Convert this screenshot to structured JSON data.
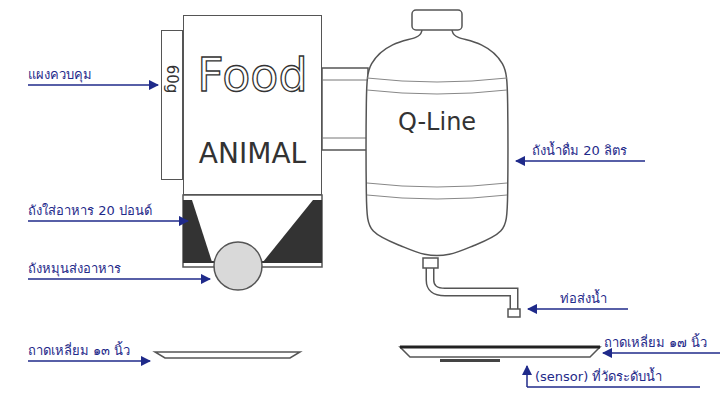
{
  "diagram": {
    "nodes": [
      {
        "text": [
          "60g"
        ]
      },
      {
        "text": [
          "Food",
          "ANIMAL"
        ]
      },
      {
        "text": [
          "Q-Line"
        ]
      }
    ],
    "labels": [
      "แผงควบคุม",
      "ถังใส่อาหาร 20 ปอนด์",
      "ถังหมุนส่งอาหาร",
      "ถาดเหลี่ยม ๑๓ นิ้ว",
      "ถังน้ำดื่ม 20 ลิตร",
      "ท่อส่งน้ำ",
      "ถาดเหลี่ยม ๑๗ นิ้ว",
      "(sensor) ที่วัดระดับน้ำ"
    ]
  }
}
